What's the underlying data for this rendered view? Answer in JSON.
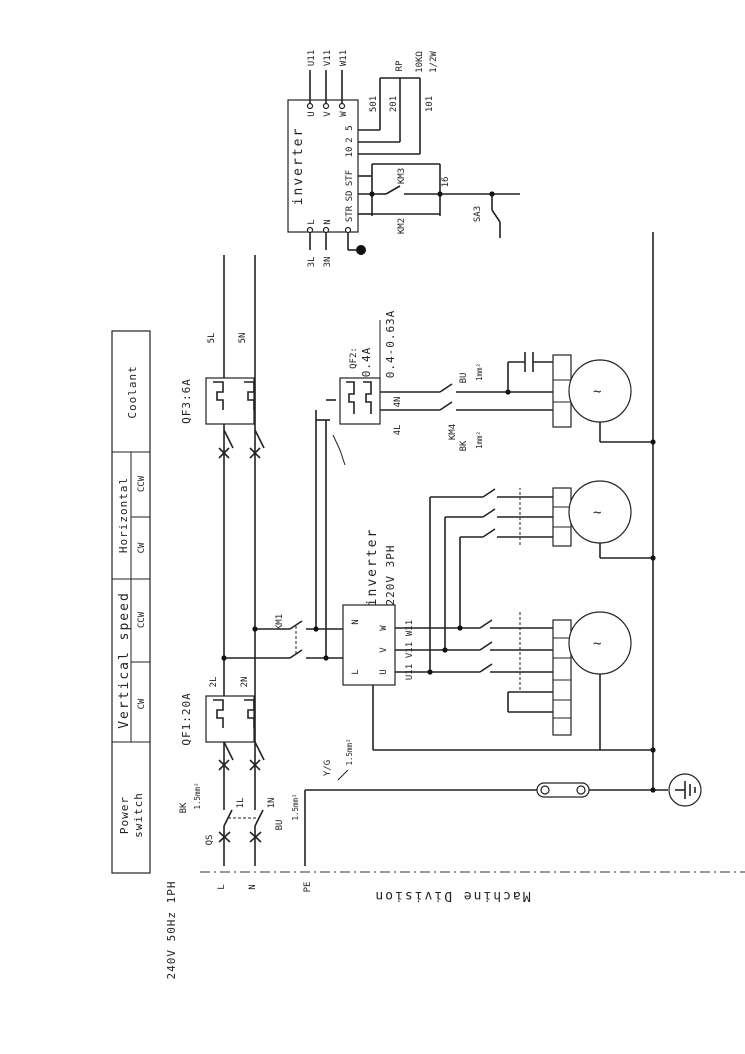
{
  "table": {
    "power_switch": "Power\nswitch",
    "vertical_speed": "Vertical speed",
    "horizontal": "Horizontal",
    "coolant": "Coolant",
    "cw": "CW",
    "ccw": "CCW"
  },
  "supply": {
    "spec": "240V 50Hz 1PH",
    "l": "L",
    "n": "N",
    "pe": "PE",
    "machine_division": "Machine Division"
  },
  "breakers": {
    "qs": "QS",
    "qf1": "QF1:20A",
    "qf3": "QF3:6A",
    "qf2": "QF2:",
    "qf2_rating": "0.4A",
    "qf2_range": "0.4-0.63A"
  },
  "wires": {
    "1l": "1L",
    "1n": "1N",
    "2l": "2L",
    "2n": "2N",
    "3l": "3L",
    "3n": "3N",
    "4l": "4L",
    "4n": "4N",
    "5l": "5L",
    "5n": "5N",
    "bk": "BK",
    "bu": "BU",
    "yg": "Y/G",
    "size_15": "1.5mm²",
    "size_1": "1mm²",
    "u11": "U11",
    "v11": "V11",
    "w11": "W11",
    "w501": "501",
    "w201": "201",
    "w101": "101",
    "w16": "16"
  },
  "inverter_main": {
    "title": "inverter",
    "spec": "220V 3PH",
    "in_l": "L",
    "in_n": "N",
    "u": "U",
    "v": "V",
    "w": "W"
  },
  "inverter_ctrl": {
    "title": "inverter",
    "u": "U",
    "v": "V",
    "w": "W",
    "t10": "10",
    "t2": "2",
    "t5": "5",
    "stf": "STF",
    "sd": "SD",
    "str": "STR",
    "l": "L",
    "n": "N",
    "out_3l": "3L",
    "out_3n": "3N"
  },
  "contactors": {
    "km1": "KM1",
    "km2": "KM2",
    "km3": "KM3",
    "km4": "KM4",
    "sa3": "SA3",
    "rp": "RP",
    "rp_value": "10KΩ",
    "rp_power": "1/2W"
  }
}
